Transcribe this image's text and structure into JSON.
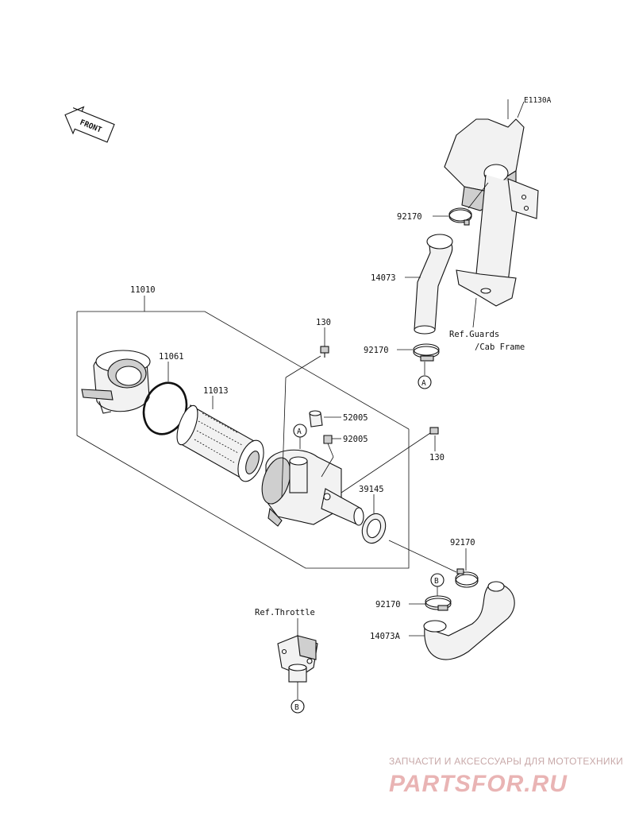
{
  "diagram": {
    "code": "E1130A",
    "front_label": "FRONT",
    "labels": {
      "p11010": "11010",
      "p11061": "11061",
      "p11013": "11013",
      "p130a": "130",
      "p130b": "130",
      "p52005": "52005",
      "p92005": "92005",
      "p39145": "39145",
      "p92170a": "92170",
      "p92170b": "92170",
      "p92170c": "92170",
      "p92170d": "92170",
      "p14073": "14073",
      "p14073A": "14073A",
      "ref_guards_1": "Ref.Guards",
      "ref_guards_2": "/Cab Frame",
      "ref_throttle": "Ref.Throttle"
    },
    "markers": {
      "a1": "A",
      "a2": "A",
      "b1": "B",
      "b2": "B"
    }
  },
  "watermark": {
    "line1": "ЗАПЧАСТИ И АКСЕССУАРЫ ДЛЯ МОТОТЕХНИКИ",
    "line2": "PARTSFOR.RU"
  }
}
